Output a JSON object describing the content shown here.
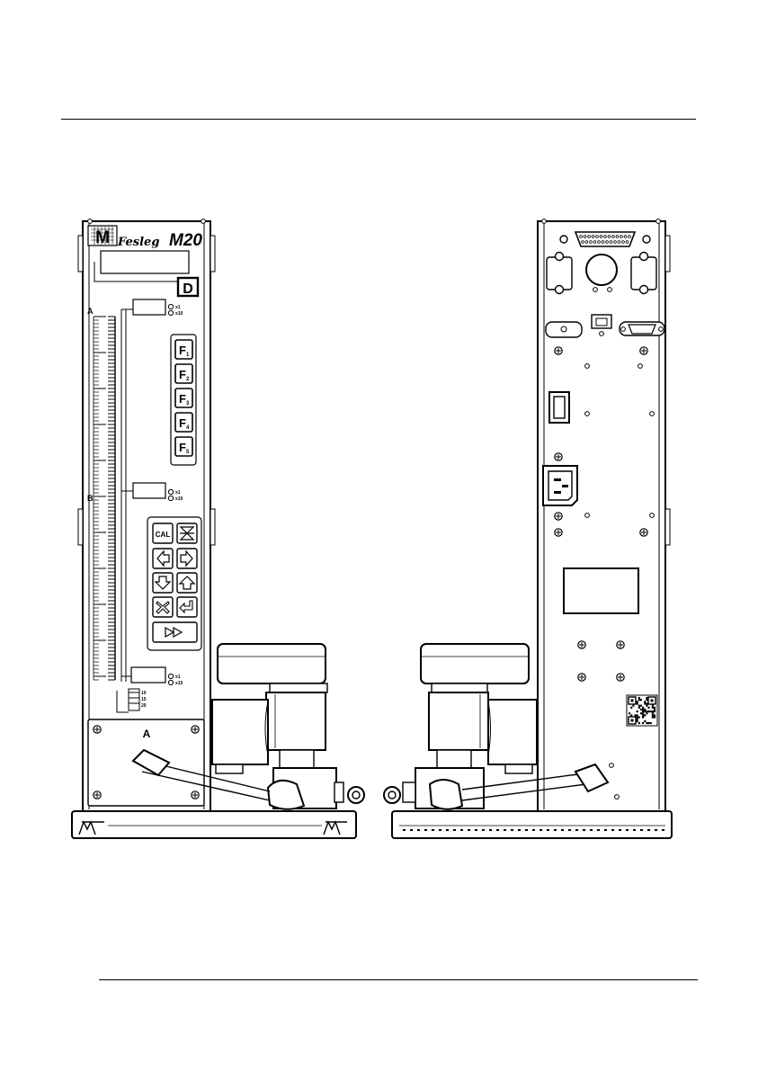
{
  "front": {
    "brand_mark": "M",
    "brand_script": "Fesleg",
    "model": "M20",
    "channel_d": "D",
    "scale_a": "A",
    "scale_b": "B",
    "panel_a": "A",
    "fkeys": [
      {
        "main": "F",
        "sub": "1"
      },
      {
        "main": "F",
        "sub": "2"
      },
      {
        "main": "F",
        "sub": "3"
      },
      {
        "main": "F",
        "sub": "4"
      },
      {
        "main": "F",
        "sub": "5"
      }
    ],
    "cal_key": "CAL",
    "led_labels_1": [
      "x1",
      "x10"
    ],
    "led_labels_2": [
      "x1",
      "x10"
    ],
    "led_labels_3": [
      "x1",
      "x10"
    ],
    "range_labels": [
      "10",
      "15",
      "20"
    ]
  }
}
